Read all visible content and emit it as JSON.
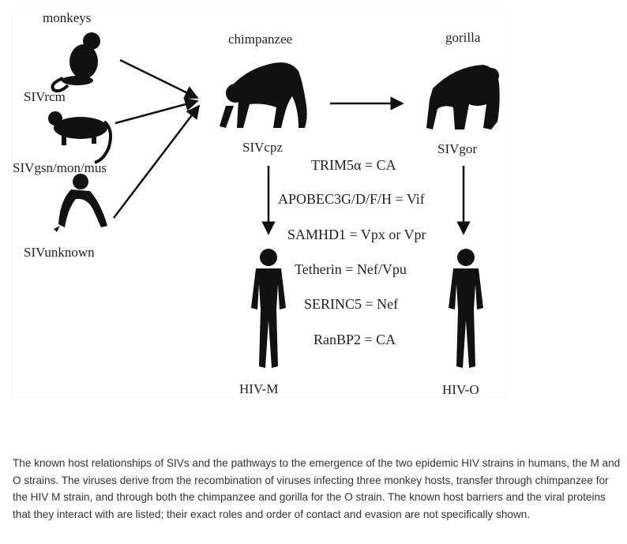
{
  "figure": {
    "hosts": {
      "monkeys": "monkeys",
      "chimpanzee": "chimpanzee",
      "gorilla": "gorilla"
    },
    "viruses": {
      "sivrcm": "SIVrcm",
      "sivgsn": "SIVgsn/mon/mus",
      "sivunknown": "SIVunknown",
      "sivcpz": "SIVcpz",
      "sivgor": "SIVgor",
      "hivm": "HIV-M",
      "hivo": "HIV-O"
    },
    "barriers": [
      "TRIM5α = CA",
      "APOBEC3G/D/F/H = Vif",
      "SAMHD1 = Vpx or Vpr",
      "Tetherin = Nef/Vpu",
      "SERINC5 = Nef",
      "RanBP2 = CA"
    ],
    "colors": {
      "silhouette": "#111111",
      "arrow": "#111111",
      "text": "#222222"
    }
  },
  "caption": "The known host relationships of SIVs and the pathways to the emergence of the two epidemic HIV strains in humans, the M and O strains. The viruses derive from the recombination of viruses infecting three monkey hosts, transfer through chimpanzee for the HIV M strain, and through both the chimpanzee and gorilla for the O strain. The known host barriers and the viral proteins that they interact with are listed; their exact roles and order of contact and evasion are not specifically shown."
}
